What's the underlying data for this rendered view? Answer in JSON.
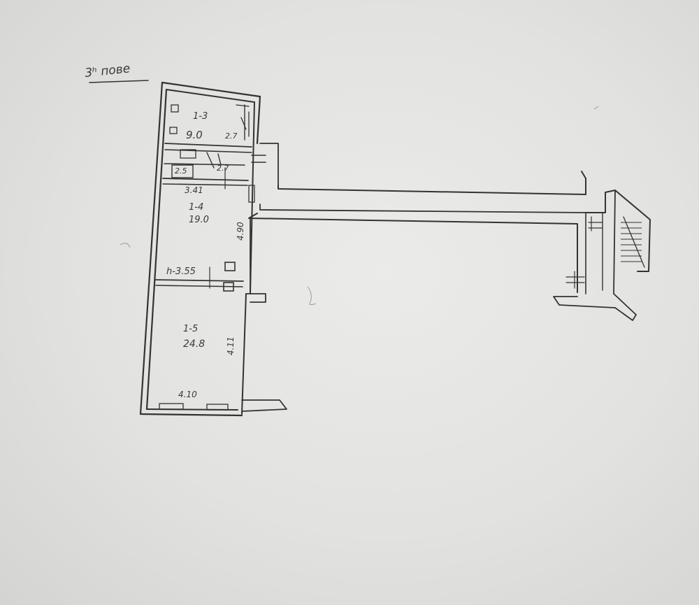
{
  "drawing": {
    "floor_label": "3ʰ пове",
    "rooms": [
      {
        "number": "1-3",
        "area": "9.0"
      },
      {
        "number": "1-4",
        "area": "19.0"
      },
      {
        "number": "1-5",
        "area": "24.8"
      }
    ],
    "dimensions": {
      "upper_width": "3.41",
      "mid_height": "4.90",
      "ceiling_height": "h-3.55",
      "lower_height": "4.11",
      "bottom_width": "4.10",
      "top_side": "2.7",
      "small_a": "2.7",
      "small_b": "2.5"
    },
    "colors": {
      "paper": "#e6e6e4",
      "ink": "#333333"
    }
  }
}
